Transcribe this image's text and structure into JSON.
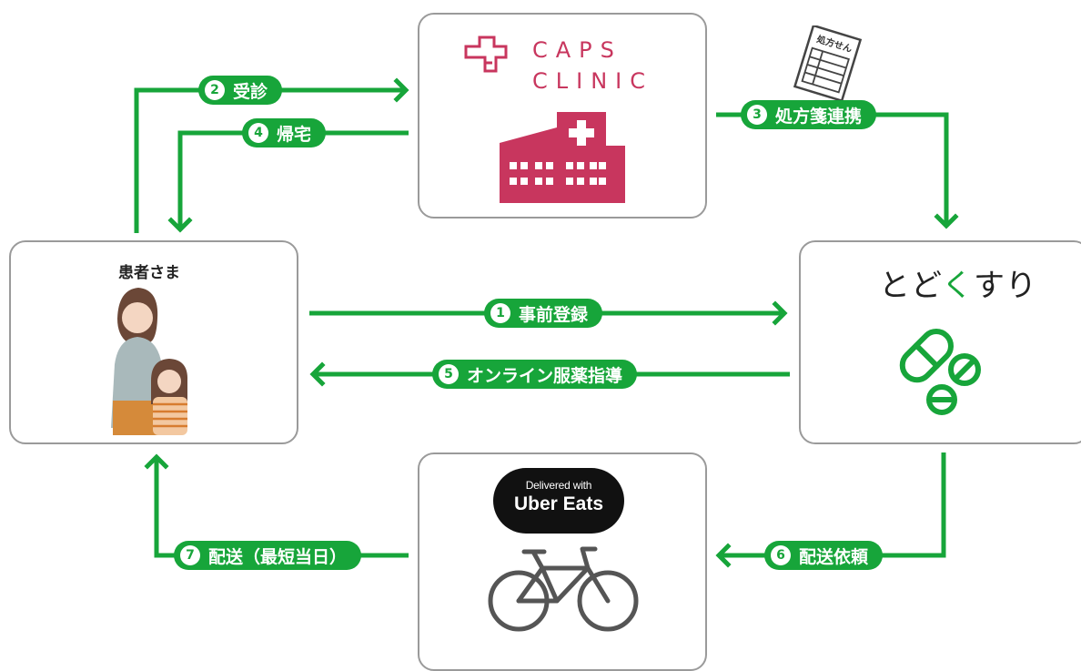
{
  "nodes": {
    "clinic": {
      "logo_line1": "CAPS",
      "logo_line2": "CLINIC"
    },
    "patient": {
      "label": "患者さま"
    },
    "pharmacy": {
      "logo_pre": "とど",
      "logo_ku": "く",
      "logo_post": "すり"
    },
    "delivery": {
      "badge_small": "Delivered with",
      "badge_big": "Uber Eats"
    },
    "prescription_paper": {
      "label": "処方せん"
    }
  },
  "steps": [
    {
      "num": "1",
      "label": "事前登録"
    },
    {
      "num": "2",
      "label": "受診"
    },
    {
      "num": "3",
      "label": "処方箋連携"
    },
    {
      "num": "4",
      "label": "帰宅"
    },
    {
      "num": "5",
      "label": "オンライン服薬指導"
    },
    {
      "num": "6",
      "label": "配送依頼"
    },
    {
      "num": "7",
      "label": "配送（最短当日）"
    }
  ],
  "colors": {
    "accent_green": "#17a53a",
    "clinic_pink": "#c8365e",
    "box_border": "#9a9a9a",
    "bike_gray": "#555555"
  },
  "icons": [
    "clinic-cross-logo-icon",
    "hospital-building-icon",
    "prescription-paper-icon",
    "patient-illustration-icon",
    "pills-icon",
    "bicycle-icon"
  ]
}
